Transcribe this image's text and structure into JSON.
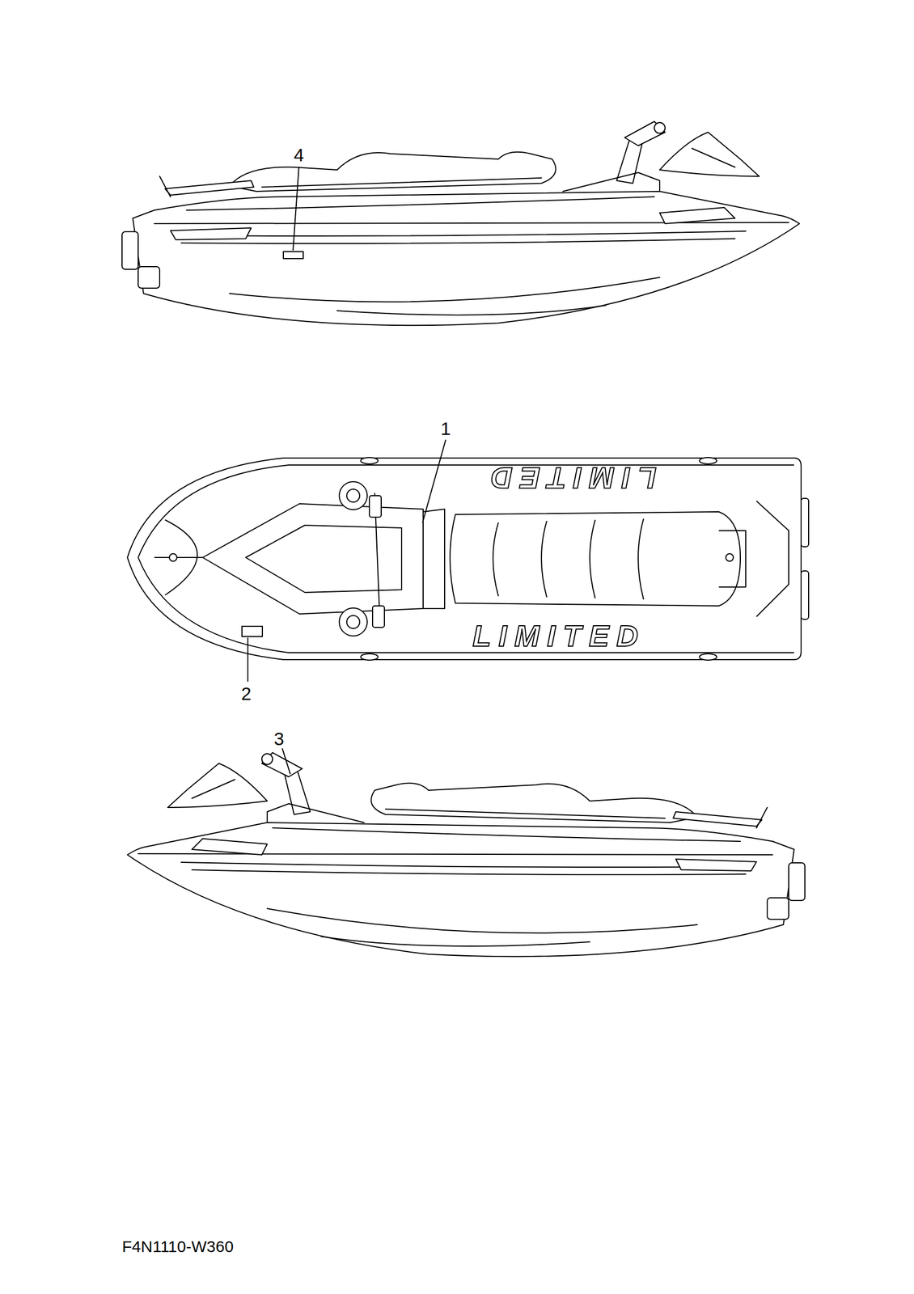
{
  "diagram": {
    "labels": [
      "4",
      "1",
      "LIMITED",
      "LIMITED",
      "2",
      "3",
      "F4N1110-W360"
    ]
  }
}
